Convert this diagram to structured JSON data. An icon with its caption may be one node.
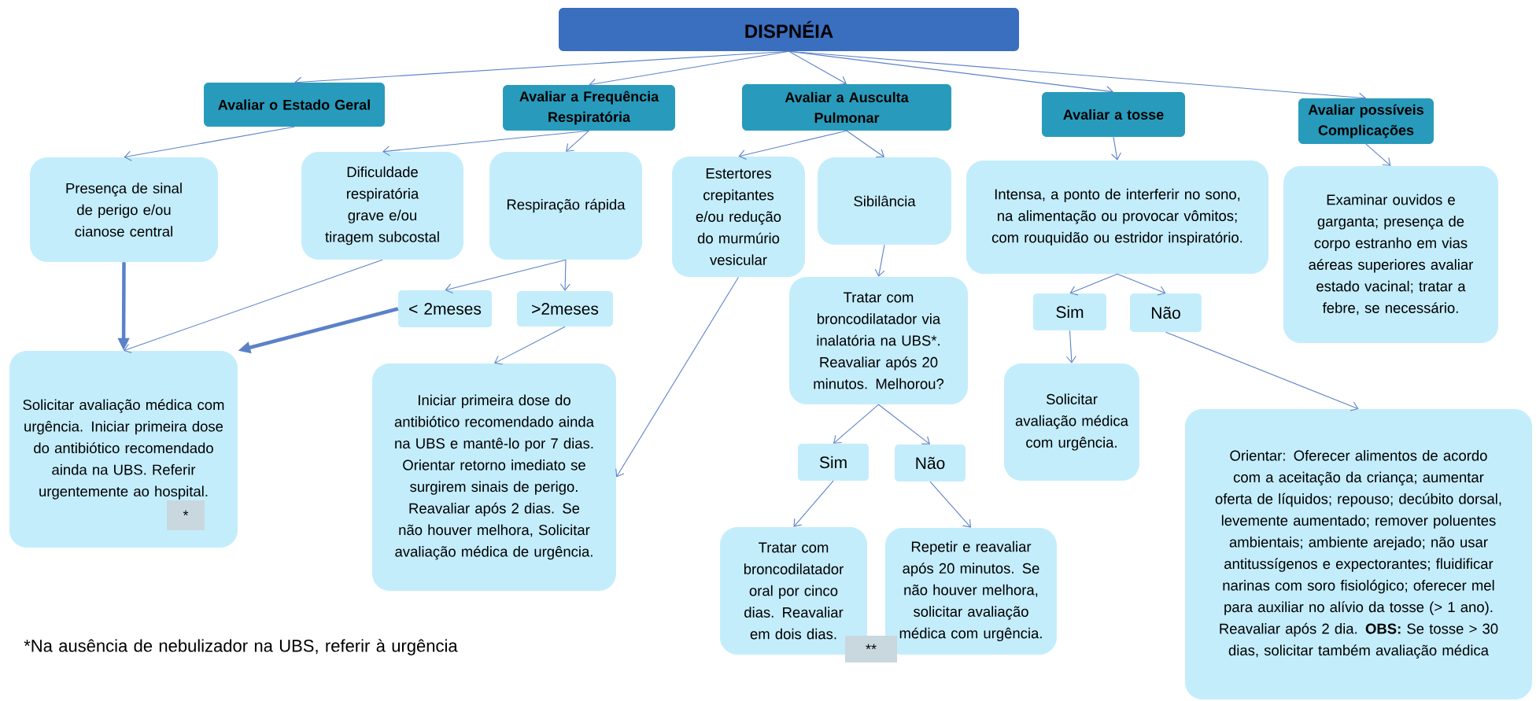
{
  "diagram": {
    "nodes": [
      {
        "text": [
          "DISPNÉIA"
        ]
      },
      {
        "text": [
          "Avaliar o Estado Geral"
        ]
      },
      {
        "text": [
          "Avaliar a Frequência Respiratória"
        ]
      },
      {
        "text": [
          "Avaliar a Ausculta Pulmonar"
        ]
      },
      {
        "text": [
          "Avaliar a tosse"
        ]
      },
      {
        "text": [
          "Avaliar possíveis Complicações"
        ]
      },
      {
        "text": [
          "Presença de sinal de perigo e/ou cianose central"
        ]
      },
      {
        "text": [
          "Dificuldade respiratória grave e/ou tiragem subcostal"
        ]
      },
      {
        "text": [
          "Respiração rápida"
        ]
      },
      {
        "text": [
          "Estertores crepitantes e/ou redução do murmúrio vesicular"
        ]
      },
      {
        "text": [
          "Sibilância"
        ]
      },
      {
        "text": [
          "Intensa, a ponto de interferir no sono, na alimentação ou provocar vômitos; com rouquidão ou estridor inspiratório."
        ]
      },
      {
        "text": [
          "Examinar ouvidos e garganta;  presença de corpo estranho em vias aéreas superiores avaliar estado vacinal; tratar a febre,  se necessário."
        ]
      },
      {
        "text": [
          "< 2meses"
        ]
      },
      {
        "text": [
          ">2meses"
        ]
      },
      {
        "text": [
          "Tratar com broncodilatador via inalatória na UBS*. Reavaliar após 20 minutos. Melhorou?"
        ]
      },
      {
        "text": [
          "Sim"
        ]
      },
      {
        "text": [
          "Não"
        ]
      },
      {
        "text": [
          "Solicitar avaliação médica com urgência. Iniciar primeira dose do antibiótico recomendado ainda na UBS. Referir urgentemente ao hospital."
        ]
      },
      {
        "text": [
          "*"
        ],
        "in": 18
      },
      {
        "text": [
          "Iniciar primeira dose do antibiótico recomendado ainda na UBS e mantê-lo por 7 dias. Orientar retorno imediato se surgirem sinais de perigo. Reavaliar após 2 dias. Se não houver melhora, Solicitar avaliação médica de urgência."
        ]
      },
      {
        "text": [
          "Solicitar avaliação médica com urgência."
        ]
      },
      {
        "text": [
          "Sim"
        ]
      },
      {
        "text": [
          "Não"
        ]
      },
      {
        "text": [
          "Orientar: Oferecer alimentos de acordo com a aceitação da criança; aumentar oferta de líquidos; repouso; decúbito dorsal, levemente aumentado; remover poluentes ambientais; ambiente arejado; não usar antitussígenos e expectorantes; fluidificar narinas com soro fisiológico; oferecer mel para auxiliar no alívio da tosse (> 1 ano). Reavaliar após 2 dia. **OBS:** Se tosse > 30 dias, solicitar também avaliação médica"
        ]
      },
      {
        "text": [
          "Tratar com broncodilatador oral por cinco dias. Reavaliar em dois dias."
        ]
      },
      {
        "text": [
          "Repetir e reavaliar após 20 minutos. Se não houver melhora, solicitar avaliação médica com urgência."
        ]
      },
      {
        "text": [
          "**"
        ]
      }
    ],
    "edges": [
      {
        "from": 0,
        "to": 1,
        "arrow": "to"
      },
      {
        "from": 0,
        "to": 2,
        "arrow": "to"
      },
      {
        "from": 0,
        "to": 3,
        "arrow": "to"
      },
      {
        "from": 0,
        "to": 4,
        "arrow": "to"
      },
      {
        "from": 0,
        "to": 5,
        "arrow": "to"
      },
      {
        "from": 1,
        "to": 6,
        "arrow": "to"
      },
      {
        "from": 2,
        "to": 7,
        "arrow": "to"
      },
      {
        "from": 2,
        "to": 8,
        "arrow": "to"
      },
      {
        "from": 3,
        "to": 9,
        "arrow": "to"
      },
      {
        "from": 3,
        "to": 10,
        "arrow": "to"
      },
      {
        "from": 4,
        "to": 11,
        "arrow": "to"
      },
      {
        "from": 5,
        "to": 12,
        "arrow": "to"
      },
      {
        "from": 6,
        "to": 18,
        "arrow": "to",
        "style": "thick"
      },
      {
        "from": 7,
        "to": 18,
        "arrow": "to"
      },
      {
        "from": 8,
        "to": 13,
        "arrow": "to"
      },
      {
        "from": 8,
        "to": 14,
        "arrow": "to"
      },
      {
        "from": 13,
        "to": 18,
        "arrow": "to",
        "style": "thick"
      },
      {
        "from": 14,
        "to": 20,
        "arrow": "to"
      },
      {
        "from": 9,
        "to": 20,
        "arrow": "to"
      },
      {
        "from": 10,
        "to": 15,
        "arrow": "to"
      },
      {
        "from": 11,
        "to": 16,
        "arrow": "to"
      },
      {
        "from": 11,
        "to": 17,
        "arrow": "to"
      },
      {
        "from": 16,
        "to": 21,
        "arrow": "to"
      },
      {
        "from": 17,
        "to": 24,
        "arrow": "to"
      },
      {
        "from": 15,
        "to": 22,
        "arrow": "to"
      },
      {
        "from": 15,
        "to": 23,
        "arrow": "to"
      },
      {
        "from": 22,
        "to": 25,
        "arrow": "to"
      },
      {
        "from": 23,
        "to": 26,
        "arrow": "to"
      }
    ],
    "labels": [
      "*Na ausência de nebulizador na UBS, referir à urgência"
    ]
  }
}
